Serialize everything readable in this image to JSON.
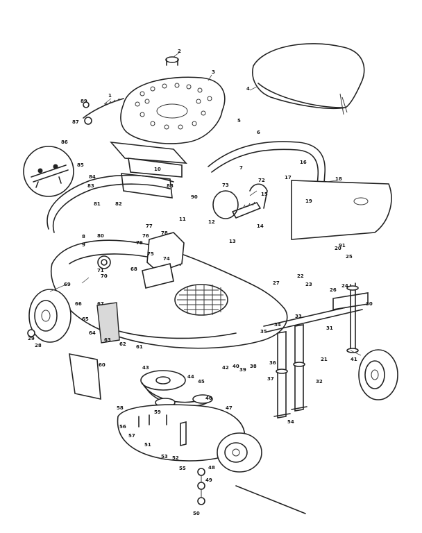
{
  "refs": {
    "n1": "1",
    "n2": "2",
    "n3": "3",
    "n4": "4",
    "n5": "5",
    "n6": "6",
    "n7": "7",
    "n8": "8",
    "n9": "9",
    "n10": "10",
    "n11": "11",
    "n12": "12",
    "n13": "13",
    "n14": "14",
    "n15": "15",
    "n16": "16",
    "n17": "17",
    "n18": "18",
    "n19": "19",
    "n20": "20",
    "n21": "21",
    "n22": "22",
    "n23": "23",
    "n24": "24",
    "n25": "25",
    "n26": "26",
    "n27": "27",
    "n28": "28",
    "n29": "29",
    "n30": "30",
    "n31": "31",
    "n32": "32",
    "n33": "33",
    "n34": "34",
    "n35": "35",
    "n36": "36",
    "n37": "37",
    "n38": "38",
    "n39": "39",
    "n40": "40",
    "n41": "41",
    "n42": "42",
    "n43": "43",
    "n44": "44",
    "n45": "45",
    "n46": "46",
    "n47": "47",
    "n48": "48",
    "n49": "49",
    "n50": "50",
    "n51": "51",
    "n52": "52",
    "n53": "53",
    "n54": "54",
    "n55": "55",
    "n56": "56",
    "n57": "57",
    "n58": "58",
    "n59": "59",
    "n60": "60",
    "n61": "61",
    "n62": "62",
    "n63": "63",
    "n64": "64",
    "n65": "65",
    "n66": "66",
    "n67": "67",
    "n68": "68",
    "n69": "69",
    "n70": "70",
    "n71": "71",
    "n72": "72",
    "n73": "73",
    "n74": "74",
    "n75": "75",
    "n76": "76",
    "n77": "77",
    "n78": "78",
    "n79": "79",
    "n80": "80",
    "n81": "81",
    "n82": "82",
    "n83": "83",
    "n84": "84",
    "n85": "85",
    "n86": "86",
    "n87": "87",
    "n88": "88",
    "n89": "89",
    "n90": "90",
    "n91": "91"
  }
}
